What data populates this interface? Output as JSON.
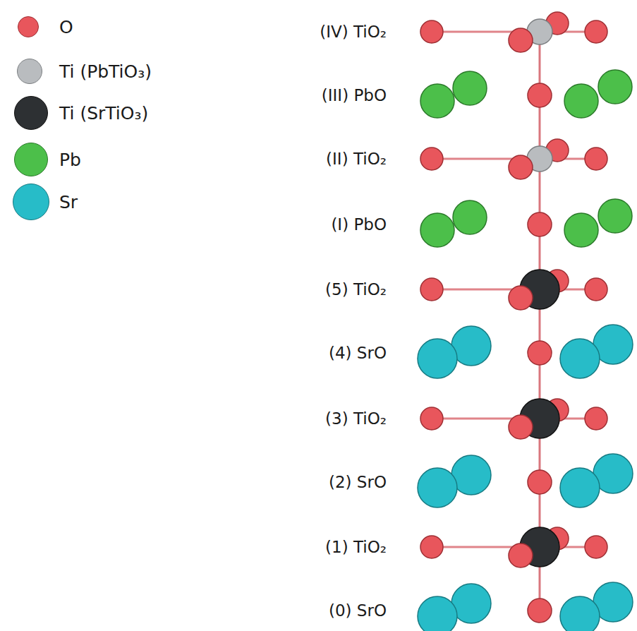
{
  "diagram": {
    "labels": [
      "(IV) TiO₂",
      "(III) PbO",
      "(II) TiO₂",
      "(I) PbO",
      "(5) TiO₂",
      "(4) SrO",
      "(3) TiO₂",
      "(2) SrO",
      "(1) TiO₂",
      "(0) SrO"
    ],
    "legend": [
      {
        "text": "O",
        "color": "#e8565c"
      },
      {
        "text": "Ti (PbTiO₃)",
        "color": "#b9bcbf"
      },
      {
        "text": "Ti (SrTiO₃)",
        "color": "#2d3033"
      },
      {
        "text": "Pb",
        "color": "#4cbf4a"
      },
      {
        "text": "Sr",
        "color": "#27bcc8"
      }
    ]
  }
}
